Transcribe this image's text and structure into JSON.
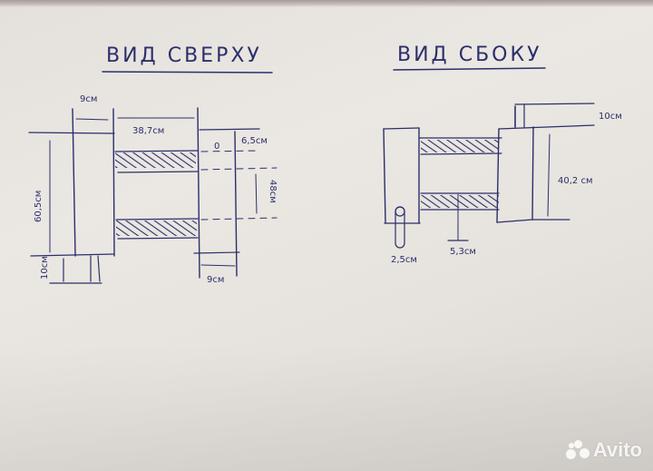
{
  "photo": {
    "subject": "hand-drawn technical sketch on paper",
    "ink_color": "#2b2f6b",
    "paper_color": "#e8e4df"
  },
  "top_view": {
    "title": "ВИД СВЕРХУ",
    "labels": {
      "width_left": "9см",
      "gap": "38,7см",
      "height_left": "60,5см",
      "foot": "10см",
      "hole_offset": "6,5см",
      "rail_spacing": "48см",
      "width_right": "9см",
      "hole_mark": "0"
    }
  },
  "side_view": {
    "title": "ВИД СБОКУ",
    "labels": {
      "top_ext": "10см",
      "height_right": "40,2 см",
      "rail_thickness": "5,3см",
      "pin": "2,5см"
    }
  },
  "watermark": {
    "text": "Avito",
    "icon": "avito-dots-logo"
  }
}
